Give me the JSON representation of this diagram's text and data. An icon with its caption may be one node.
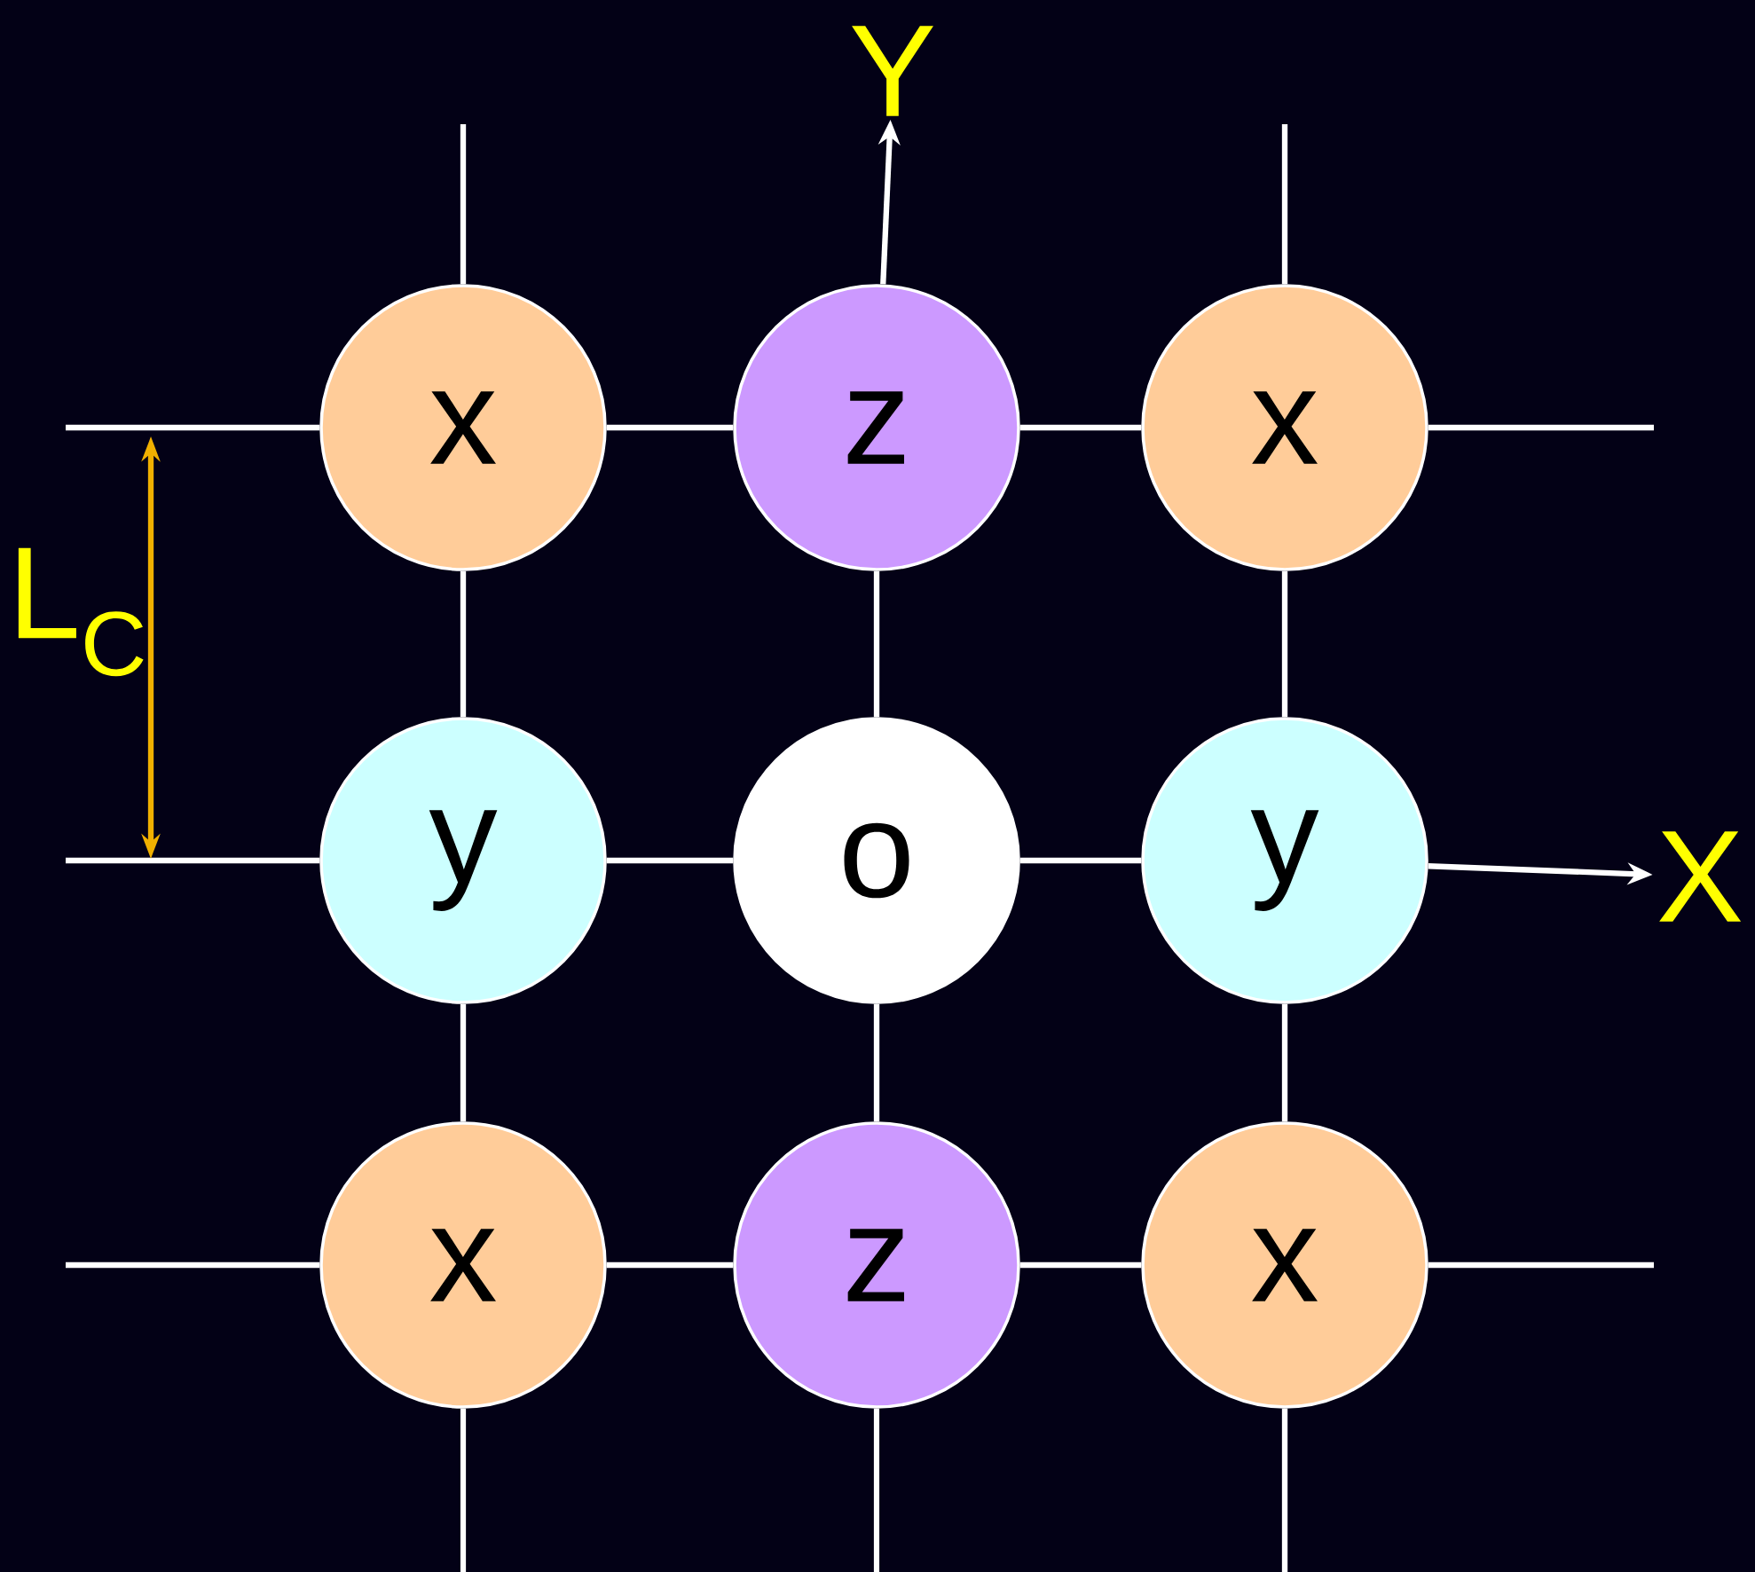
{
  "diagram": {
    "nodes": [
      {
        "text": [
          "x"
        ]
      },
      {
        "text": [
          "z"
        ]
      },
      {
        "text": [
          "x"
        ]
      },
      {
        "text": [
          "y"
        ]
      },
      {
        "text": [
          "o"
        ]
      },
      {
        "text": [
          "y"
        ]
      },
      {
        "text": [
          "x"
        ]
      },
      {
        "text": [
          "z"
        ]
      },
      {
        "text": [
          "x"
        ]
      },
      {
        "text": [
          "Y"
        ]
      },
      {
        "text": [
          "X"
        ]
      }
    ],
    "edges": [
      {
        "from": 0,
        "to": 1,
        "arrow": "none"
      },
      {
        "from": 1,
        "to": 2,
        "arrow": "none"
      },
      {
        "from": 3,
        "to": 4,
        "arrow": "none"
      },
      {
        "from": 4,
        "to": 5,
        "arrow": "none"
      },
      {
        "from": 6,
        "to": 7,
        "arrow": "none"
      },
      {
        "from": 7,
        "to": 8,
        "arrow": "none"
      },
      {
        "from": 0,
        "to": 3,
        "arrow": "none"
      },
      {
        "from": 3,
        "to": 6,
        "arrow": "none"
      },
      {
        "from": 1,
        "to": 4,
        "arrow": "none"
      },
      {
        "from": 4,
        "to": 7,
        "arrow": "none"
      },
      {
        "from": 2,
        "to": 5,
        "arrow": "none"
      },
      {
        "from": 5,
        "to": 8,
        "arrow": "none"
      },
      {
        "from": 0,
        "to": null,
        "arrow": "none"
      },
      {
        "from": 3,
        "to": null,
        "arrow": "none"
      },
      {
        "from": 6,
        "to": null,
        "arrow": "none"
      },
      {
        "from": 2,
        "to": null,
        "arrow": "none"
      },
      {
        "from": 8,
        "to": null,
        "arrow": "none"
      },
      {
        "from": 5,
        "to": 10,
        "arrow": "to"
      },
      {
        "from": 0,
        "to": null,
        "arrow": "none"
      },
      {
        "from": 1,
        "to": 9,
        "arrow": "to"
      },
      {
        "from": 2,
        "to": null,
        "arrow": "none"
      },
      {
        "from": 6,
        "to": null,
        "arrow": "none"
      },
      {
        "from": 7,
        "to": null,
        "arrow": "none"
      },
      {
        "from": 8,
        "to": null,
        "arrow": "none"
      }
    ],
    "labels": [
      "L$_{C}$"
    ]
  }
}
